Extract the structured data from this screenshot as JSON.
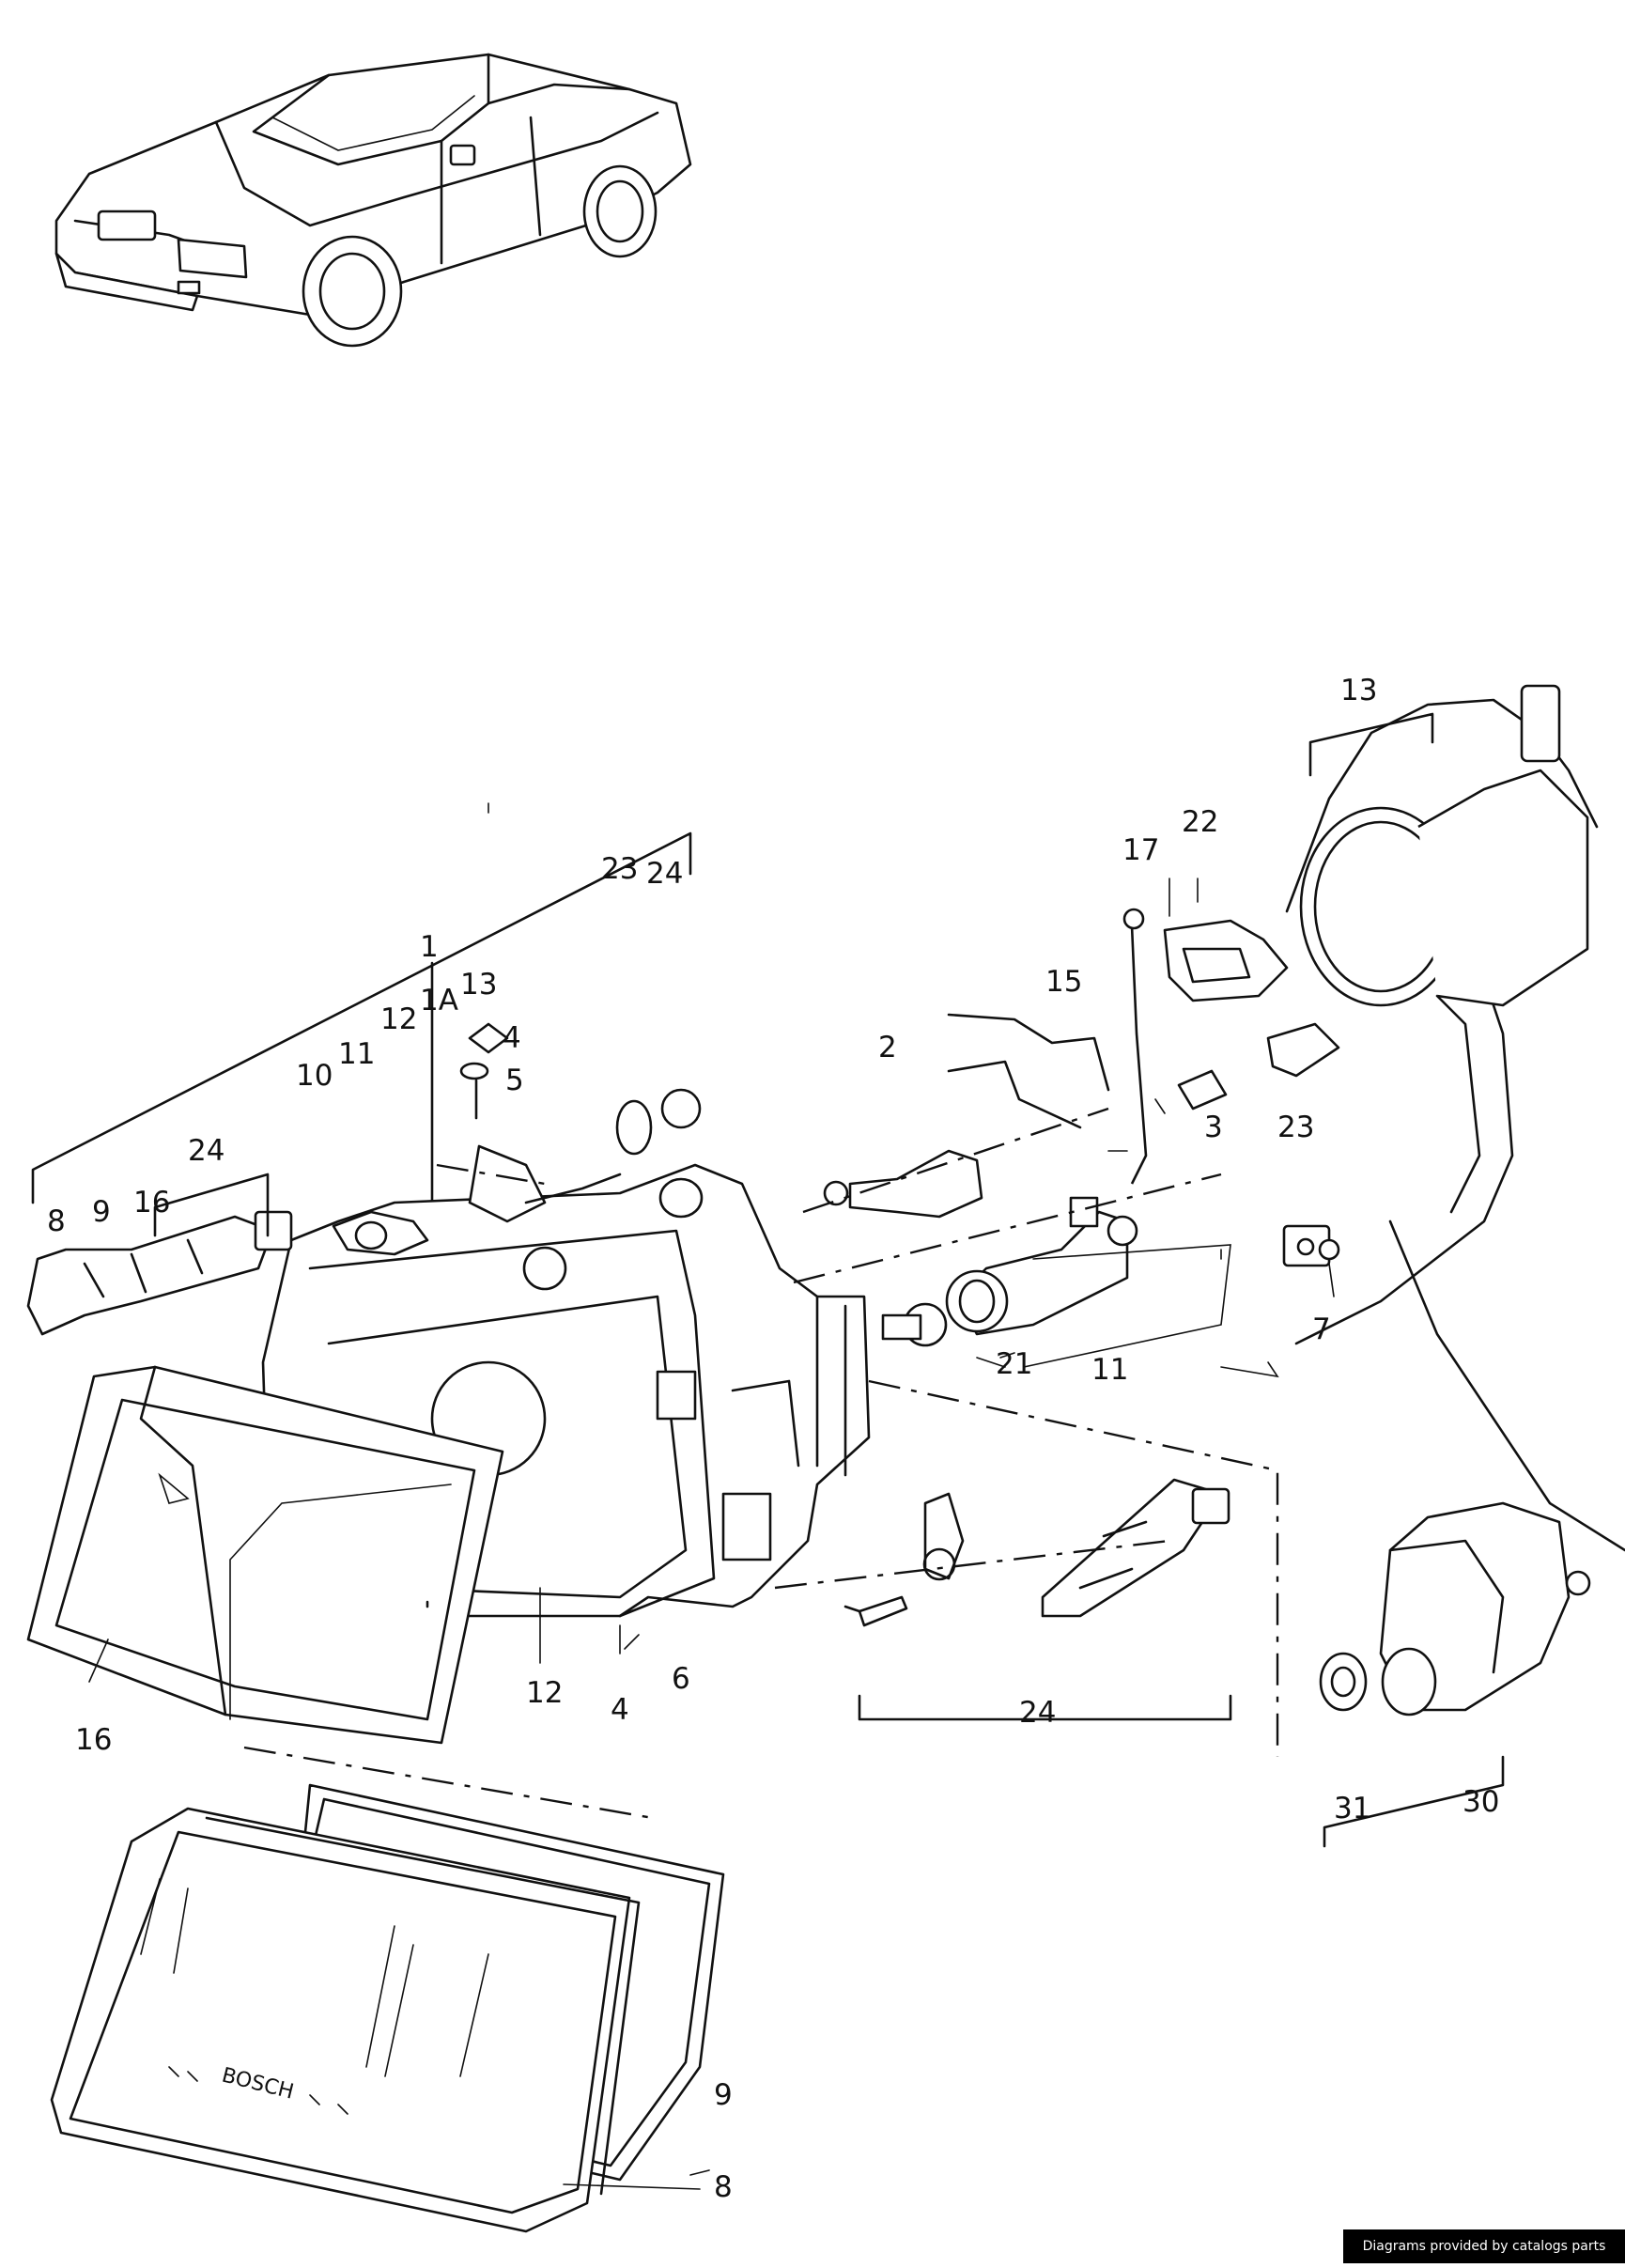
{
  "diagram": {
    "callouts": {
      "c1": "1",
      "c1A": "1A",
      "c2": "2",
      "c3": "3",
      "c4a": "4",
      "c4b": "4",
      "c5": "5",
      "c6": "6",
      "c7": "7",
      "c8a": "8",
      "c8b": "8",
      "c9a": "9",
      "c9b": "9",
      "c10": "10",
      "c11a": "11",
      "c11b": "11",
      "c12a": "12",
      "c12b": "12",
      "c13a": "13",
      "c13b": "13",
      "c15": "15",
      "c16a": "16",
      "c16b": "16",
      "c17": "17",
      "c21": "21",
      "c22": "22",
      "c23a": "23",
      "c23b": "23",
      "c24a": "24",
      "c24b": "24",
      "c24c": "24",
      "c30": "30",
      "c31": "31"
    },
    "lens_brand": "BOSCH"
  },
  "footer": {
    "credit": "Diagrams provided by catalogs parts"
  },
  "colors": {
    "ink": "#111111",
    "paper": "#ffffff",
    "credit_bg": "#000000"
  }
}
